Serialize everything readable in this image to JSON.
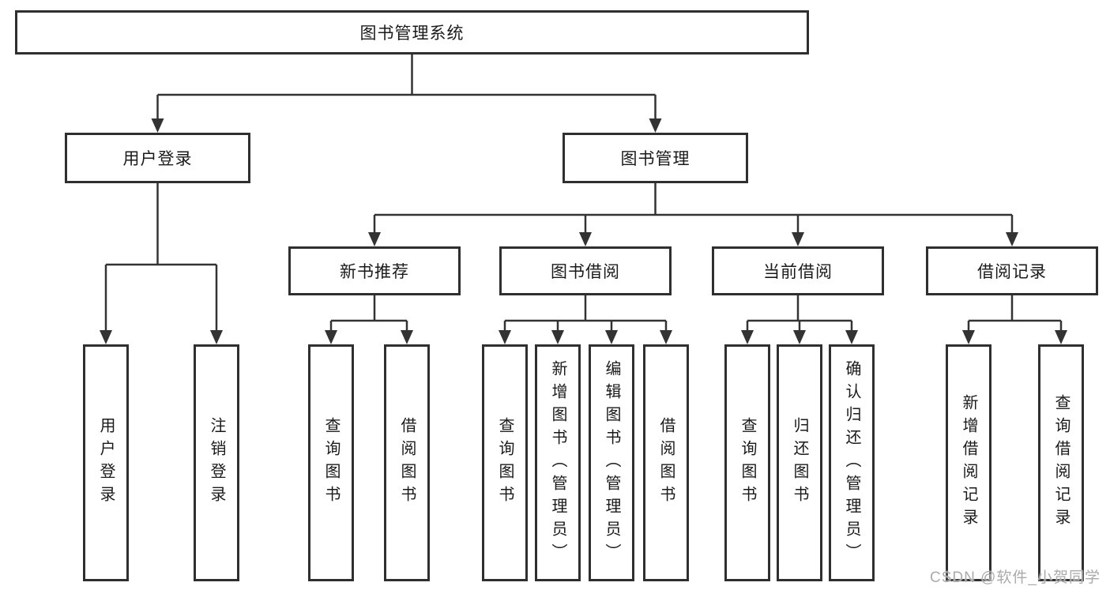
{
  "diagram": {
    "root": {
      "label": "图书管理系统"
    },
    "branches": [
      {
        "label": "用户登录",
        "children": [
          {
            "label": "用户登录"
          },
          {
            "label": "注销登录"
          }
        ]
      },
      {
        "label": "图书管理",
        "children": [
          {
            "label": "新书推荐",
            "children": [
              {
                "label": "查询图书"
              },
              {
                "label": "借阅图书"
              }
            ]
          },
          {
            "label": "图书借阅",
            "children": [
              {
                "label": "查询图书"
              },
              {
                "label": "新增图书（管理员）"
              },
              {
                "label": "编辑图书（管理员）"
              },
              {
                "label": "借阅图书"
              }
            ]
          },
          {
            "label": "当前借阅",
            "children": [
              {
                "label": "查询图书"
              },
              {
                "label": "归还图书"
              },
              {
                "label": "确认归还（管理员）"
              }
            ]
          },
          {
            "label": "借阅记录",
            "children": [
              {
                "label": "新增借阅记录"
              },
              {
                "label": "查询借阅记录"
              }
            ]
          }
        ]
      }
    ]
  },
  "watermark": {
    "text": "CSDN @软件_小贺同学"
  },
  "colors": {
    "line": "#333333",
    "box_border": "#2f2f2f",
    "text": "#1a1a1a",
    "watermark": "#ababab",
    "background": "#ffffff"
  }
}
